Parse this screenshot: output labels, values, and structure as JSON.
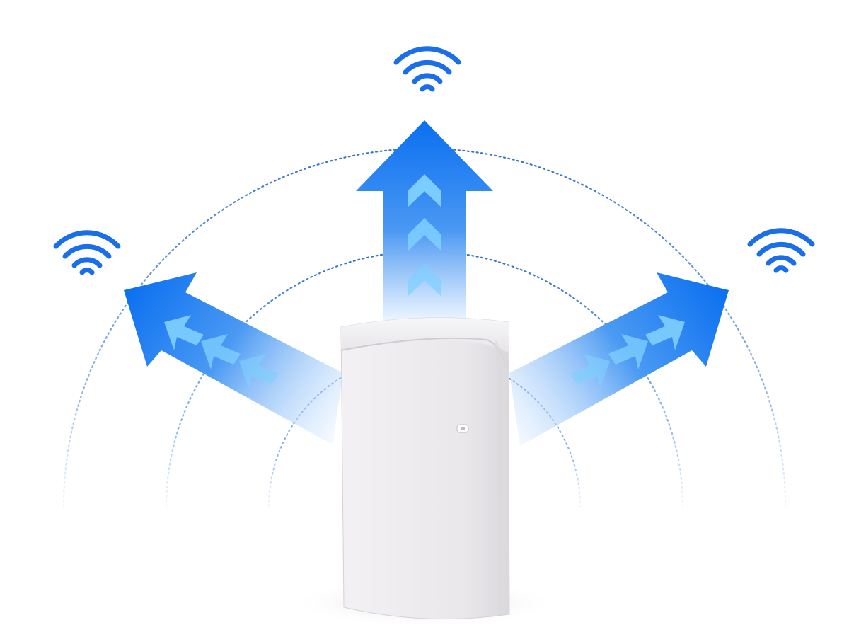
{
  "colors": {
    "background": "#ffffff",
    "arrow_top": "#0a6ff0",
    "arrow_fade": "#e8f3ff",
    "chevron": "#7fd0ff",
    "wifi_icon": "#1a6fe8",
    "dotted_ring": "#3a7fd0",
    "device_body": "#eceaee",
    "device_shadow": "#dcdcdc"
  },
  "icons": [
    "wifi-icon-left",
    "wifi-icon-top",
    "wifi-icon-right",
    "signal-arrow-left",
    "signal-arrow-up",
    "signal-arrow-right"
  ]
}
